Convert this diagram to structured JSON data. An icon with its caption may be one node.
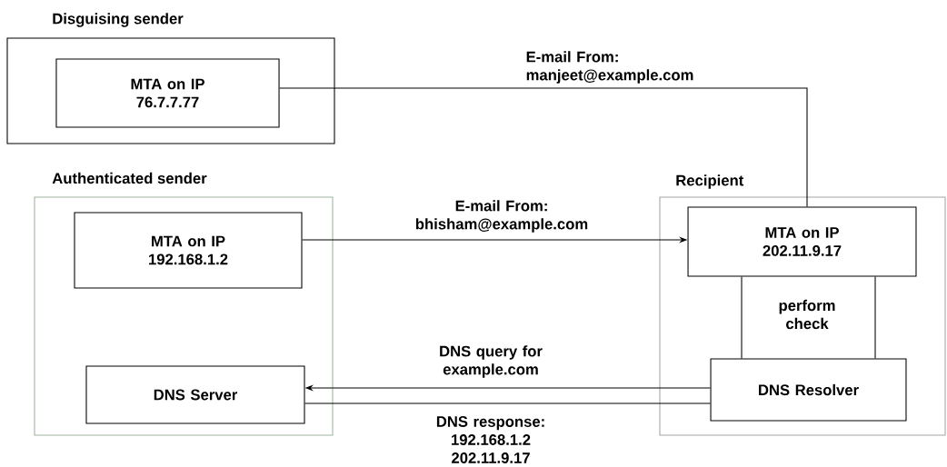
{
  "diagram": {
    "nodes": [
      {
        "text": [
          "Disguising sender"
        ]
      },
      {
        "text": [
          "MTA on IP 76.7.7.77"
        ],
        "in": 0
      },
      {
        "text": [
          "Authenticated sender"
        ]
      },
      {
        "text": [
          "MTA on IP 192.168.1.2"
        ],
        "in": 2
      },
      {
        "text": [
          "DNS Server"
        ],
        "in": 2
      },
      {
        "text": [
          "Recipient"
        ]
      },
      {
        "text": [
          "MTA on IP 202.11.9.17"
        ],
        "in": 5
      },
      {
        "text": [
          "DNS Resolver"
        ],
        "in": 5
      }
    ],
    "edges": [
      {
        "from": 1,
        "to": 6,
        "arrow": "none",
        "label": "E-mail From: manjeet@example.com"
      },
      {
        "from": 3,
        "to": 6,
        "arrow": "to",
        "label": "E-mail From: bhisham@example.com"
      },
      {
        "from": 6,
        "to": 7,
        "arrow": "none",
        "label": "perform check"
      },
      {
        "from": 6,
        "to": 7,
        "arrow": "none"
      },
      {
        "from": 7,
        "to": 4,
        "arrow": "to",
        "label": "DNS query for example.com"
      },
      {
        "from": 4,
        "to": 7,
        "arrow": "none",
        "label": "DNS response: 192.168.1.2 202.11.9.17"
      }
    ]
  }
}
